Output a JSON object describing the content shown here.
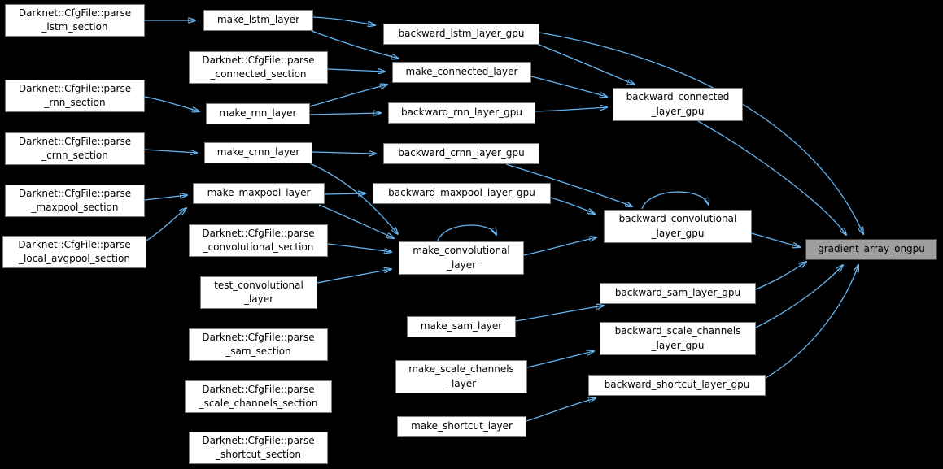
{
  "diagram": {
    "kind": "doxygen-caller-graph",
    "colors": {
      "background": "#000000",
      "node_fill": "#ffffff",
      "node_border": "#7d7d7d",
      "highlight_fill": "#9e9e9e",
      "edge": "#63b4f0",
      "text": "#000000"
    },
    "nodes": {
      "parse_lstm_section": {
        "label": "Darknet::CfgFile::parse\n_lstm_section"
      },
      "make_lstm_layer": {
        "label": "make_lstm_layer"
      },
      "backward_lstm_layer_gpu": {
        "label": "backward_lstm_layer_gpu"
      },
      "parse_connected_section": {
        "label": "Darknet::CfgFile::parse\n_connected_section"
      },
      "make_connected_layer": {
        "label": "make_connected_layer"
      },
      "parse_rnn_section": {
        "label": "Darknet::CfgFile::parse\n_rnn_section"
      },
      "make_rnn_layer": {
        "label": "make_rnn_layer"
      },
      "backward_rnn_layer_gpu": {
        "label": "backward_rnn_layer_gpu"
      },
      "parse_crnn_section": {
        "label": "Darknet::CfgFile::parse\n_crnn_section"
      },
      "make_crnn_layer": {
        "label": "make_crnn_layer"
      },
      "backward_crnn_layer_gpu": {
        "label": "backward_crnn_layer_gpu"
      },
      "parse_maxpool_section": {
        "label": "Darknet::CfgFile::parse\n_maxpool_section"
      },
      "make_maxpool_layer": {
        "label": "make_maxpool_layer"
      },
      "backward_maxpool_layer_gpu": {
        "label": "backward_maxpool_layer_gpu"
      },
      "parse_local_avgpool_section": {
        "label": "Darknet::CfgFile::parse\n_local_avgpool_section"
      },
      "parse_convolutional_section": {
        "label": "Darknet::CfgFile::parse\n_convolutional_section"
      },
      "make_convolutional_layer": {
        "label": "make_convolutional\n_layer"
      },
      "test_convolutional_layer": {
        "label": "test_convolutional\n_layer"
      },
      "backward_connected_layer_gpu": {
        "label": "backward_connected\n_layer_gpu"
      },
      "backward_convolutional_layer_gpu": {
        "label": "backward_convolutional\n_layer_gpu"
      },
      "gradient_array_ongpu": {
        "label": "gradient_array_ongpu"
      },
      "backward_sam_layer_gpu": {
        "label": "backward_sam_layer_gpu"
      },
      "make_sam_layer": {
        "label": "make_sam_layer"
      },
      "parse_sam_section": {
        "label": "Darknet::CfgFile::parse\n_sam_section"
      },
      "backward_scale_channels_layer_gpu": {
        "label": "backward_scale_channels\n_layer_gpu"
      },
      "make_scale_channels_layer": {
        "label": "make_scale_channels\n_layer"
      },
      "parse_scale_channels_section": {
        "label": "Darknet::CfgFile::parse\n_scale_channels_section"
      },
      "backward_shortcut_layer_gpu": {
        "label": "backward_shortcut_layer_gpu"
      },
      "make_shortcut_layer": {
        "label": "make_shortcut_layer"
      },
      "parse_shortcut_section": {
        "label": "Darknet::CfgFile::parse\n_shortcut_section"
      }
    },
    "edges": [
      {
        "from": "parse_lstm_section",
        "to": "make_lstm_layer"
      },
      {
        "from": "make_lstm_layer",
        "to": "backward_lstm_layer_gpu"
      },
      {
        "from": "make_lstm_layer",
        "to": "make_connected_layer"
      },
      {
        "from": "parse_connected_section",
        "to": "make_connected_layer"
      },
      {
        "from": "parse_rnn_section",
        "to": "make_rnn_layer"
      },
      {
        "from": "make_rnn_layer",
        "to": "make_connected_layer"
      },
      {
        "from": "make_rnn_layer",
        "to": "backward_rnn_layer_gpu"
      },
      {
        "from": "parse_crnn_section",
        "to": "make_crnn_layer"
      },
      {
        "from": "make_crnn_layer",
        "to": "backward_crnn_layer_gpu"
      },
      {
        "from": "make_crnn_layer",
        "to": "make_convolutional_layer"
      },
      {
        "from": "parse_maxpool_section",
        "to": "make_maxpool_layer"
      },
      {
        "from": "parse_local_avgpool_section",
        "to": "make_maxpool_layer"
      },
      {
        "from": "make_maxpool_layer",
        "to": "backward_maxpool_layer_gpu"
      },
      {
        "from": "make_maxpool_layer",
        "to": "make_convolutional_layer"
      },
      {
        "from": "parse_convolutional_section",
        "to": "make_convolutional_layer"
      },
      {
        "from": "test_convolutional_layer",
        "to": "make_convolutional_layer"
      },
      {
        "from": "make_convolutional_layer",
        "to": "make_convolutional_layer"
      },
      {
        "from": "make_convolutional_layer",
        "to": "backward_convolutional_layer_gpu"
      },
      {
        "from": "backward_crnn_layer_gpu",
        "to": "backward_convolutional_layer_gpu"
      },
      {
        "from": "backward_maxpool_layer_gpu",
        "to": "backward_convolutional_layer_gpu"
      },
      {
        "from": "backward_lstm_layer_gpu",
        "to": "backward_connected_layer_gpu"
      },
      {
        "from": "make_connected_layer",
        "to": "backward_connected_layer_gpu"
      },
      {
        "from": "backward_rnn_layer_gpu",
        "to": "backward_connected_layer_gpu"
      },
      {
        "from": "backward_lstm_layer_gpu",
        "to": "gradient_array_ongpu"
      },
      {
        "from": "backward_connected_layer_gpu",
        "to": "gradient_array_ongpu"
      },
      {
        "from": "backward_convolutional_layer_gpu",
        "to": "backward_convolutional_layer_gpu"
      },
      {
        "from": "backward_convolutional_layer_gpu",
        "to": "gradient_array_ongpu"
      },
      {
        "from": "backward_sam_layer_gpu",
        "to": "gradient_array_ongpu"
      },
      {
        "from": "backward_scale_channels_layer_gpu",
        "to": "gradient_array_ongpu"
      },
      {
        "from": "backward_shortcut_layer_gpu",
        "to": "gradient_array_ongpu"
      },
      {
        "from": "make_sam_layer",
        "to": "backward_sam_layer_gpu"
      },
      {
        "from": "parse_sam_section",
        "to": "make_sam_layer"
      },
      {
        "from": "make_scale_channels_layer",
        "to": "backward_scale_channels_layer_gpu"
      },
      {
        "from": "parse_scale_channels_section",
        "to": "make_scale_channels_layer"
      },
      {
        "from": "make_shortcut_layer",
        "to": "backward_shortcut_layer_gpu"
      },
      {
        "from": "parse_shortcut_section",
        "to": "make_shortcut_layer"
      }
    ]
  }
}
